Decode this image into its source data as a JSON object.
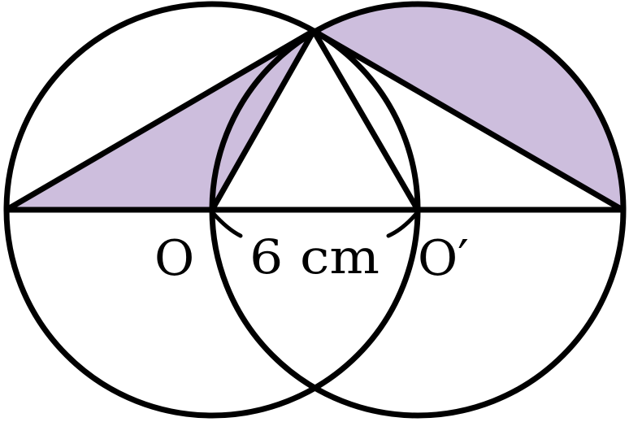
{
  "labels": {
    "center_left": "O",
    "center_right": "O′",
    "distance": "6 cm"
  },
  "colors": {
    "stroke": "#000000",
    "shaded_region": "#cdbedd",
    "background": "#ffffff"
  }
}
